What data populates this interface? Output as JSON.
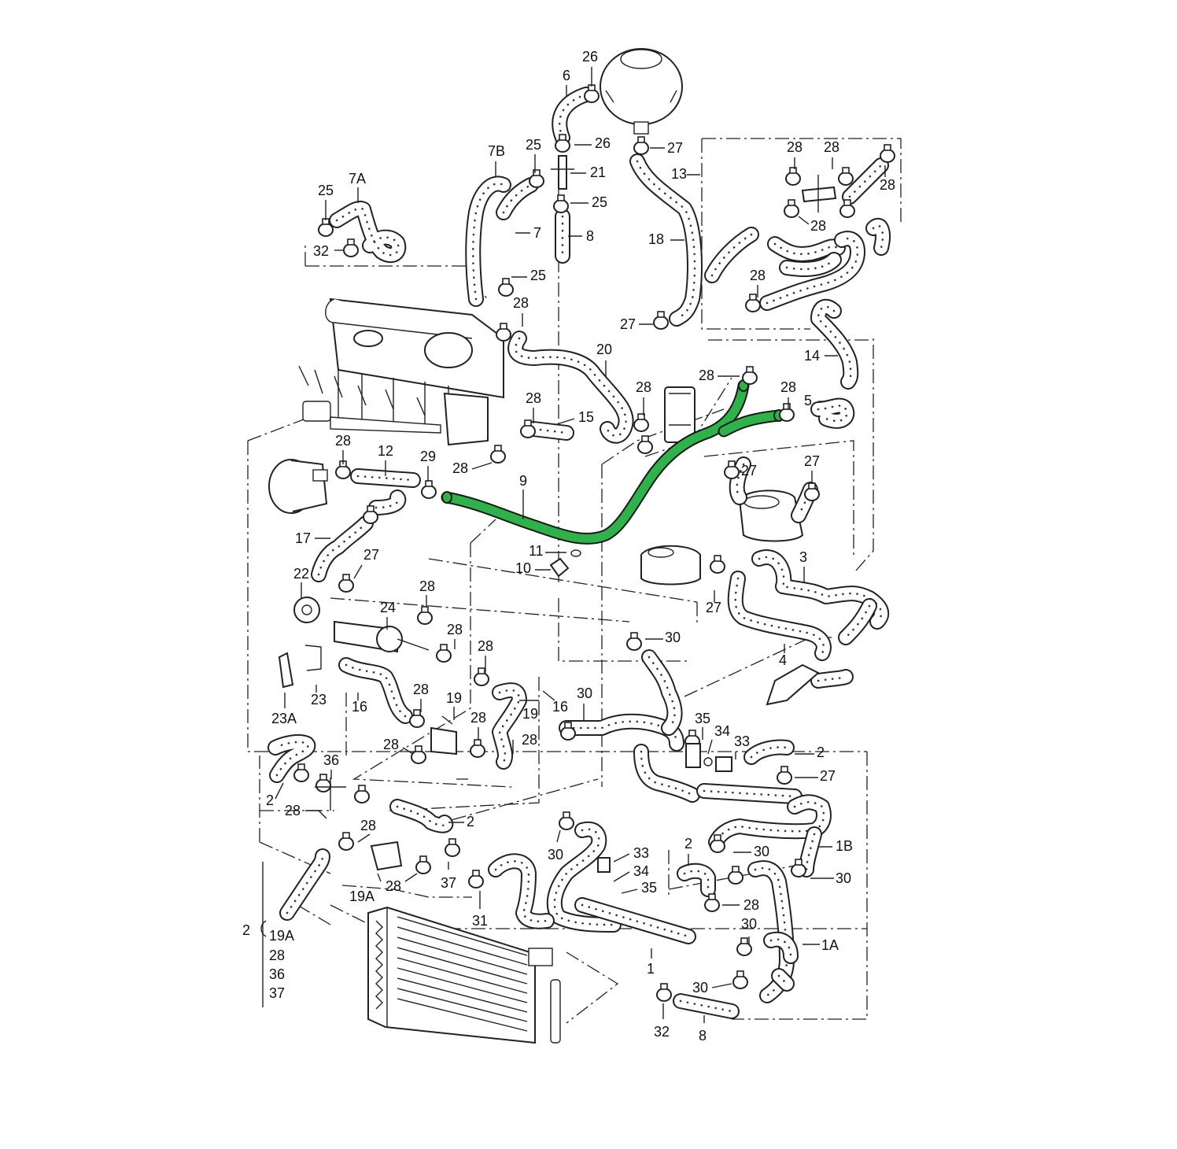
{
  "highlight_color": "#2fb24a",
  "labels": {
    "p26a": "26",
    "p6": "6",
    "p26b": "26",
    "p25a": "25",
    "p7b": "7B",
    "p21": "21",
    "p27a": "27",
    "p7a": "7A",
    "p25b": "25",
    "p25c": "25",
    "p7": "7",
    "p8a": "8",
    "p32a": "32",
    "p25d": "25",
    "p18": "18",
    "p13": "13",
    "p28a": "28",
    "p28b": "28",
    "p28c": "28",
    "p28d": "28",
    "p28e": "28",
    "p28f": "28",
    "p27b": "27",
    "p20": "20",
    "p14": "14",
    "p28g": "28",
    "p28h": "28",
    "p5": "5",
    "p28i": "28",
    "p15": "15",
    "p28j": "28",
    "p12": "12",
    "p29": "29",
    "p28k": "28",
    "p9": "9",
    "p27c": "27",
    "p27d": "27",
    "p17": "17",
    "p27e": "27",
    "p11": "11",
    "p10": "10",
    "p22": "22",
    "p3": "3",
    "p27f": "27",
    "p28l": "28",
    "p24": "24",
    "p28m": "28",
    "p30a": "30",
    "p4": "4",
    "p23": "23",
    "p23a": "23A",
    "p28n": "28",
    "p28o": "28",
    "p19a": "19",
    "p16a": "16",
    "p19b": "19",
    "p16b": "16",
    "p28p": "28",
    "p28q": "28",
    "p28r": "28",
    "p30b": "30",
    "p35a": "35",
    "p34a": "34",
    "p33a": "33",
    "p2a": "2",
    "p27g": "27",
    "p28s": "28",
    "p36a": "36",
    "p2b": "2",
    "p28t": "28",
    "p28u": "28",
    "p2c": "2",
    "p30c": "30",
    "p33b": "33",
    "p2d": "2",
    "p30d": "30",
    "p1b": "1B",
    "p34b": "34",
    "p35b": "35",
    "p30e": "30",
    "p37a": "37",
    "p19aa": "19A",
    "p28v": "28",
    "p31": "31",
    "p28w": "28",
    "p30f": "30",
    "p1a": "1A",
    "p1": "1",
    "p30g": "30",
    "p32b": "32",
    "p8b": "8"
  },
  "group_list": {
    "head": "2",
    "items": [
      "19A",
      "28",
      "36",
      "37"
    ]
  }
}
